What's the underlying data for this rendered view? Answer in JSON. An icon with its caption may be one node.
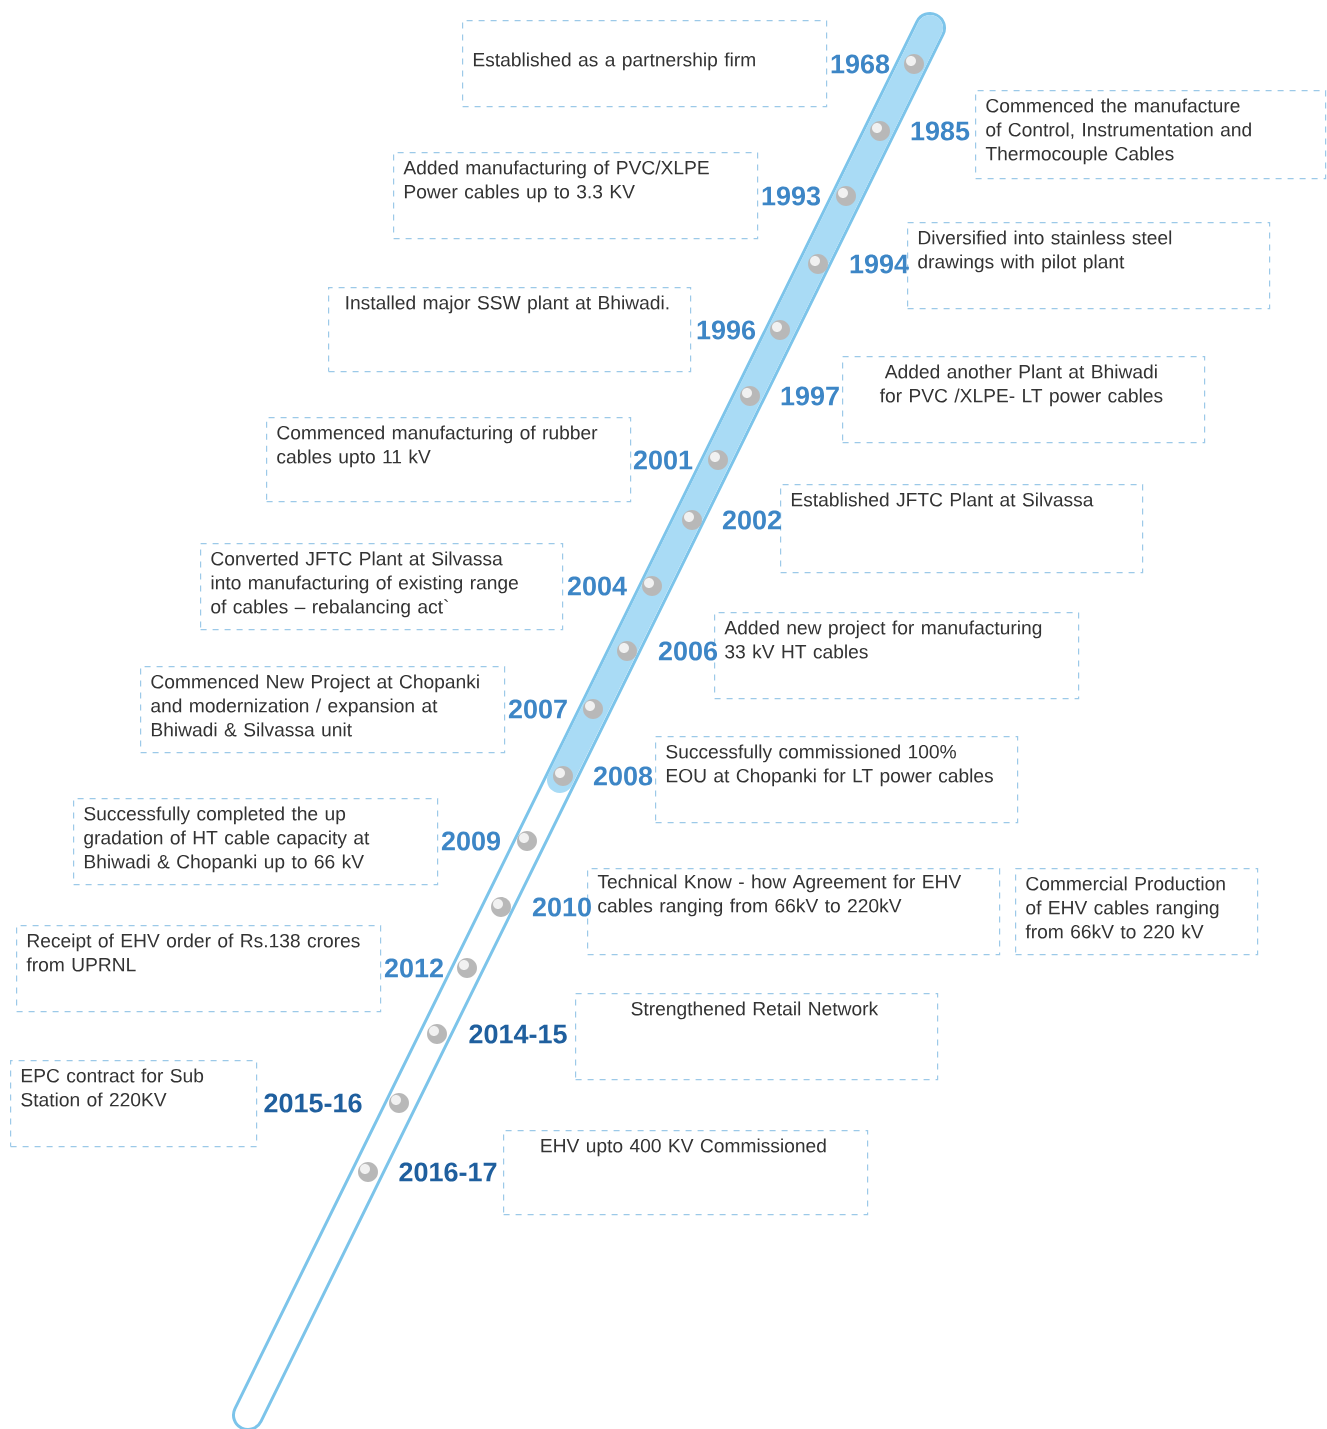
{
  "diagram": {
    "nodes": [
      {
        "text": [
          "Established as a partnership firm"
        ],
        "beside": [
          "1968"
        ]
      },
      {
        "text": [
          "Commenced the manufacture of Control, Instrumentation and Thermocouple Cables"
        ],
        "beside": [
          "1985"
        ]
      },
      {
        "text": [
          "Added manufacturing of PVC/XLPE Power cables up to 3.3 KV"
        ],
        "beside": [
          "1993"
        ]
      },
      {
        "text": [
          "Diversified into stainless steel drawings with pilot plant"
        ],
        "beside": [
          "1994"
        ]
      },
      {
        "text": [
          "Installed major SSW plant at Bhiwadi."
        ],
        "beside": [
          "1996"
        ]
      },
      {
        "text": [
          "Added another Plant at Bhiwadi for PVC /XLPE- LT power cables"
        ],
        "beside": [
          "1997"
        ]
      },
      {
        "text": [
          "Commenced manufacturing of rubber cables upto 11 kV"
        ],
        "beside": [
          "2001"
        ]
      },
      {
        "text": [
          "Established JFTC Plant at Silvassa"
        ],
        "beside": [
          "2002"
        ]
      },
      {
        "text": [
          "Converted JFTC Plant at Silvassa into manufacturing of existing range of cables – rebalancing act`"
        ],
        "beside": [
          "2004"
        ]
      },
      {
        "text": [
          "Added new project for manufacturing 33 kV HT cables"
        ],
        "beside": [
          "2006"
        ]
      },
      {
        "text": [
          "Commenced New Project at Chopanki and modernization / expansion at Bhiwadi & Silvassa unit"
        ],
        "beside": [
          "2007"
        ]
      },
      {
        "text": [
          "Successfully commissioned 100% EOU at Chopanki for LT power cables"
        ],
        "beside": [
          "2008"
        ]
      },
      {
        "text": [
          "Successfully completed the up gradation of HT cable capacity at Bhiwadi & Chopanki up to 66 kV"
        ],
        "beside": [
          "2009"
        ]
      },
      {
        "text": [
          "Technical Know - how Agreement for EHV cables ranging from 66kV to 220kV"
        ],
        "beside": [
          "2010"
        ]
      },
      {
        "text": [
          "Commercial Production of EHV cables ranging from 66kV to 220 kV"
        ]
      },
      {
        "text": [
          "Receipt of EHV order of Rs.138 crores from UPRNL"
        ],
        "beside": [
          "2012"
        ]
      },
      {
        "text": [
          "Strengthened Retail Network"
        ],
        "beside": [
          "2014-15"
        ]
      },
      {
        "text": [
          "EPC contract for Sub Station of 220KV"
        ],
        "beside": [
          "2015-16"
        ]
      },
      {
        "text": [
          "EHV upto 400 KV Commissioned"
        ],
        "beside": [
          "2016-17"
        ]
      }
    ]
  }
}
